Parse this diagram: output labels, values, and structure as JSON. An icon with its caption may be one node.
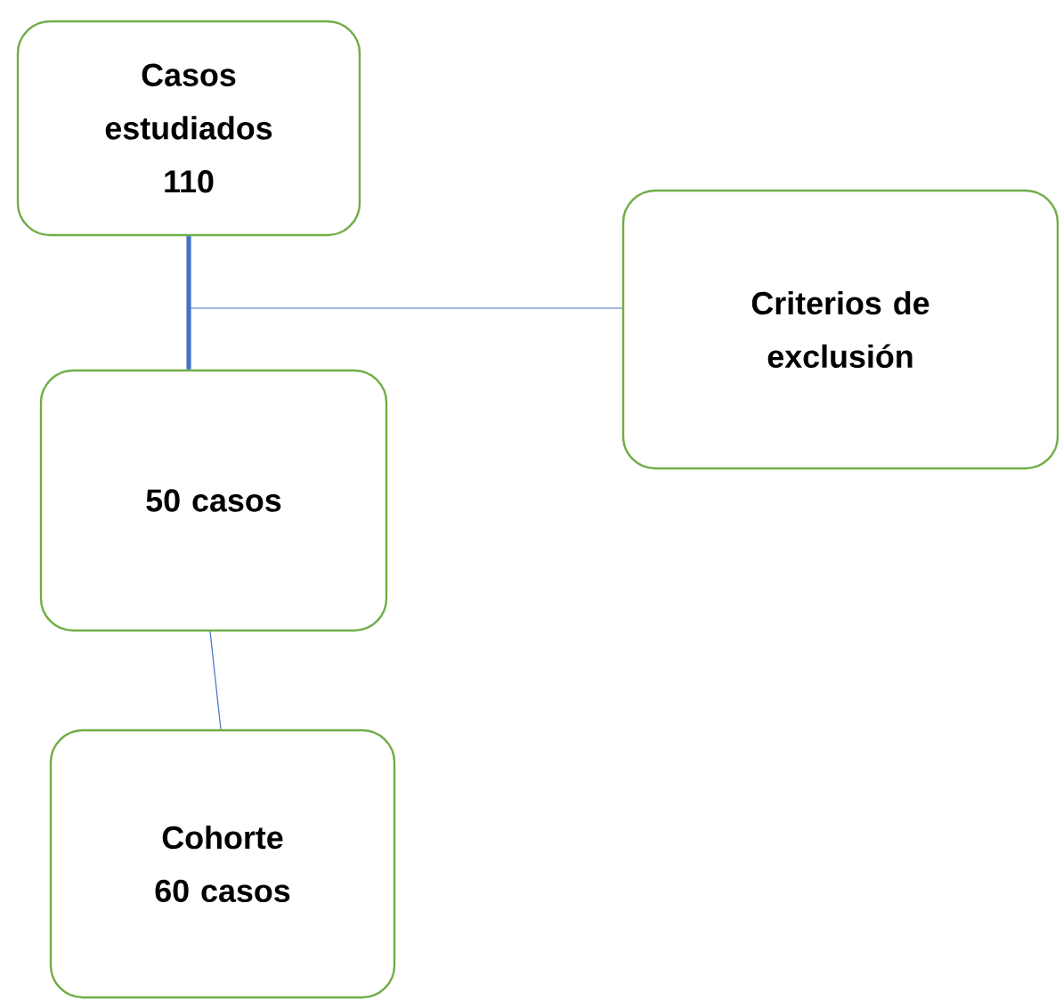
{
  "diagram": {
    "nodes": [
      {
        "text": [
          "Casos estudiados 110"
        ]
      },
      {
        "text": [
          "Criterios de exclusión"
        ]
      },
      {
        "text": [
          "50 casos"
        ]
      },
      {
        "text": [
          "Cohorte 60 casos"
        ]
      }
    ],
    "edges": [
      {
        "from": 0,
        "to": 2,
        "arrow": "none",
        "style": "thick"
      },
      {
        "from": 0,
        "to": 1,
        "arrow": "none"
      },
      {
        "from": 2,
        "to": 3,
        "arrow": "none"
      }
    ]
  }
}
